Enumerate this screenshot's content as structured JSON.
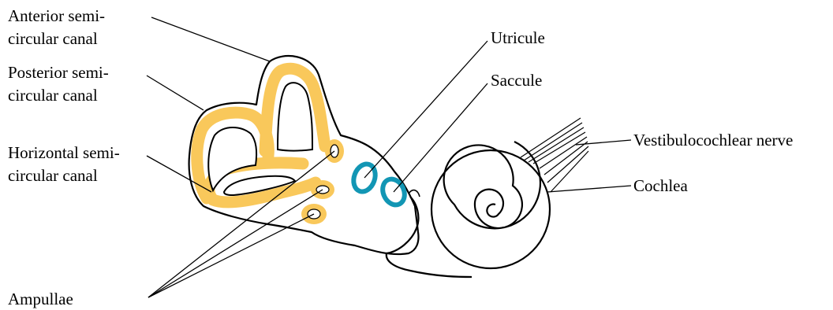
{
  "labels": {
    "anterior": {
      "line1": "Anterior semi-",
      "line2": "circular canal"
    },
    "posterior": {
      "line1": "Posterior semi-",
      "line2": "circular canal"
    },
    "horizontal": {
      "line1": "Horizontal semi-",
      "line2": "circular canal"
    },
    "ampullae": "Ampullae",
    "utricule": "Utricule",
    "saccule": "Saccule",
    "nerve": "Vestibulocochlear nerve",
    "cochlea": "Cochlea"
  },
  "colors": {
    "canal_fill": "#F9C85B",
    "otolith_stroke": "#1296B4",
    "outline": "#000000"
  }
}
